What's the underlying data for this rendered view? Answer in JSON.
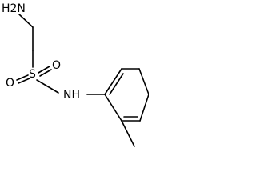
{
  "molecule": {
    "atoms": {
      "amine": "H2N",
      "sulfur": "S",
      "oxygen_left": "O",
      "oxygen_right": "O",
      "amide_nh": "NH"
    }
  },
  "colors": {
    "bond": "#000000",
    "background": "#ffffff"
  }
}
